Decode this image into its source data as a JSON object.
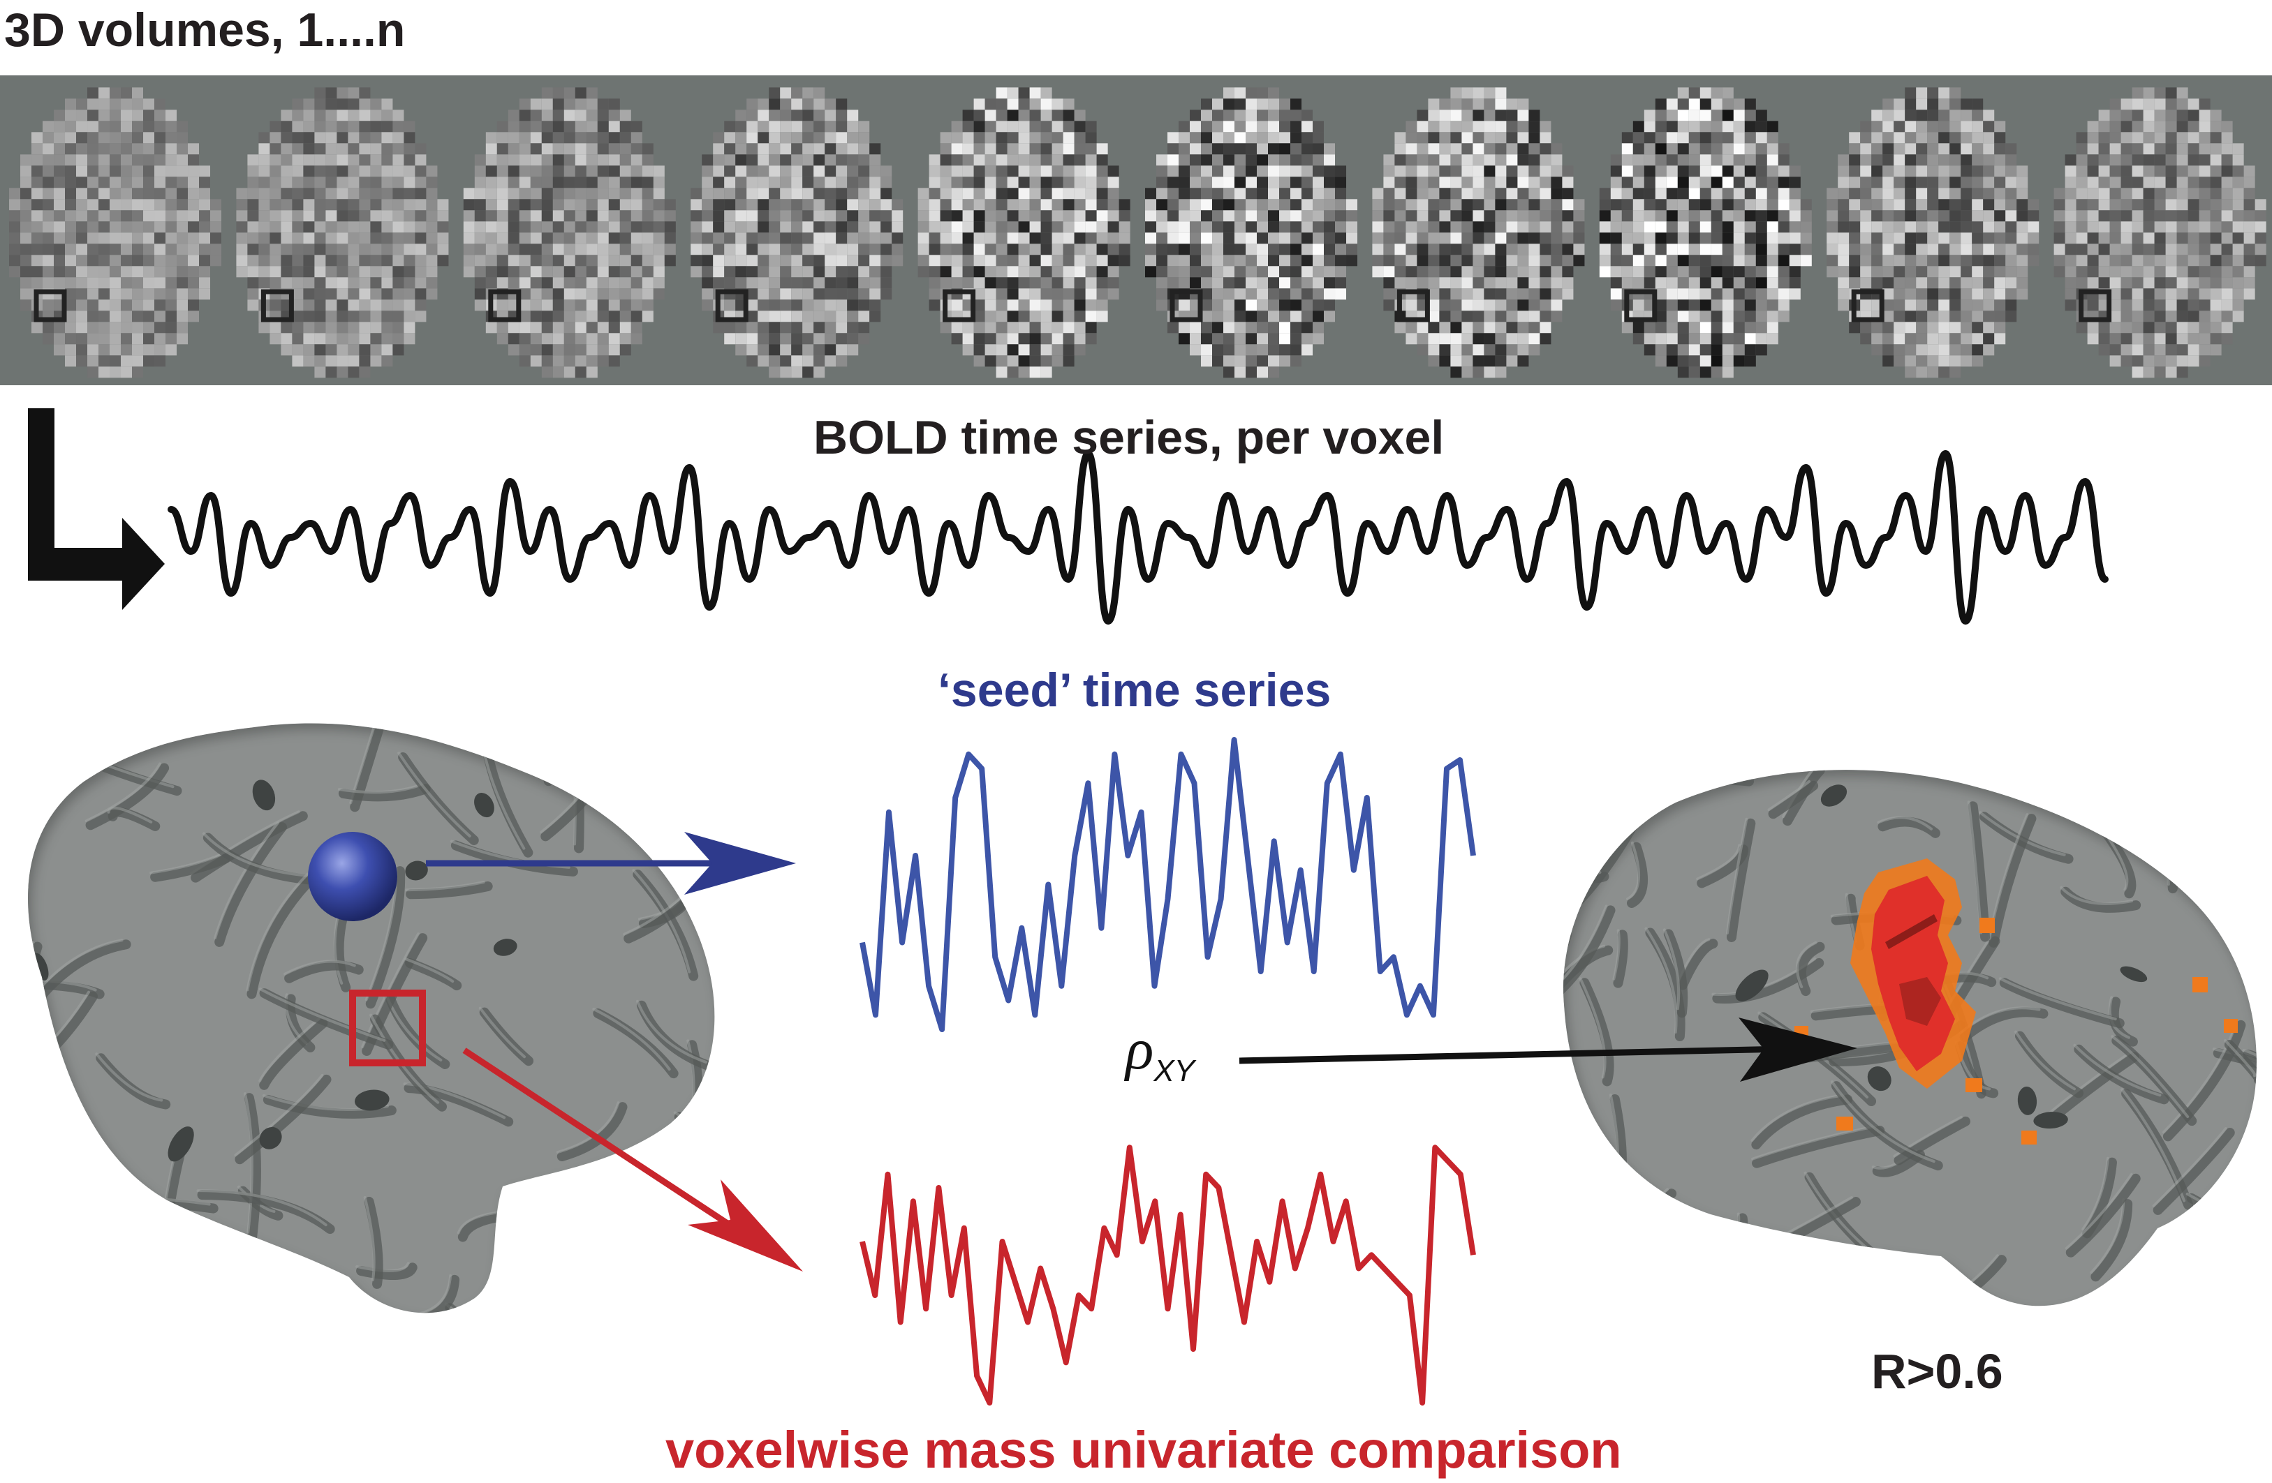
{
  "labels": {
    "volumes_title": "3D volumes, 1....n",
    "bold_title": "BOLD time series, per voxel",
    "seed_title": "‘seed’ time series",
    "rho_symbol": "ρ",
    "rho_subscript": "XY",
    "threshold": "R>0.6",
    "comparison_title": "voxelwise mass univariate comparison"
  },
  "colors": {
    "seed": "#2e3a8c",
    "voxel": "#c8252c",
    "brain": "#8c8f8e",
    "sulcus": "#4d5150",
    "activation": "#e0302a",
    "activation_edge": "#f07a1c",
    "volume_bg": "#6e7472"
  },
  "volumes": {
    "count": 10,
    "contrast": [
      0.35,
      0.4,
      0.45,
      0.55,
      0.7,
      0.75,
      0.7,
      0.8,
      0.55,
      0.45
    ]
  },
  "bold_series": [
    2,
    -1,
    3,
    -4,
    1,
    -2,
    0,
    1,
    -1,
    2,
    -3,
    1,
    3,
    -2,
    0,
    2,
    -4,
    4,
    -1,
    2,
    -3,
    0,
    1,
    -2,
    3,
    -1,
    5,
    -5,
    1,
    -3,
    2,
    -1,
    0,
    1,
    -2,
    3,
    -1,
    2,
    -4,
    1,
    -2,
    3,
    0,
    -1,
    2,
    -3,
    6,
    -6,
    2,
    -3,
    1,
    0,
    -2,
    3,
    -1,
    2,
    -2,
    1,
    3,
    -4,
    1,
    -1,
    2,
    -1,
    3,
    -2,
    0,
    2,
    -3,
    1,
    4,
    -5,
    1,
    -1,
    2,
    -2,
    3,
    -1,
    1,
    -3,
    2,
    0,
    5,
    -4,
    1,
    -2,
    0,
    3,
    -1,
    6,
    -6,
    2,
    -1,
    3,
    -2,
    0,
    4,
    -3
  ],
  "seed_series": [
    0.3,
    0.05,
    0.75,
    0.3,
    0.6,
    0.15,
    0.0,
    0.8,
    0.95,
    0.9,
    0.25,
    0.1,
    0.35,
    0.05,
    0.5,
    0.15,
    0.6,
    0.85,
    0.35,
    0.95,
    0.6,
    0.75,
    0.15,
    0.45,
    0.95,
    0.85,
    0.25,
    0.45,
    1.0,
    0.6,
    0.2,
    0.65,
    0.3,
    0.55,
    0.2,
    0.85,
    0.95,
    0.55,
    0.8,
    0.2,
    0.25,
    0.05,
    0.15,
    0.05,
    0.9,
    0.93,
    0.6
  ],
  "voxel_series": [
    0.6,
    0.4,
    0.85,
    0.3,
    0.75,
    0.35,
    0.8,
    0.4,
    0.65,
    0.1,
    0.0,
    0.6,
    0.45,
    0.3,
    0.5,
    0.35,
    0.15,
    0.4,
    0.35,
    0.65,
    0.55,
    0.95,
    0.6,
    0.75,
    0.35,
    0.7,
    0.2,
    0.85,
    0.8,
    0.55,
    0.3,
    0.6,
    0.45,
    0.75,
    0.5,
    0.65,
    0.85,
    0.6,
    0.75,
    0.5,
    0.55,
    0.5,
    0.45,
    0.4,
    0.0,
    0.95,
    0.9,
    0.85,
    0.55
  ]
}
